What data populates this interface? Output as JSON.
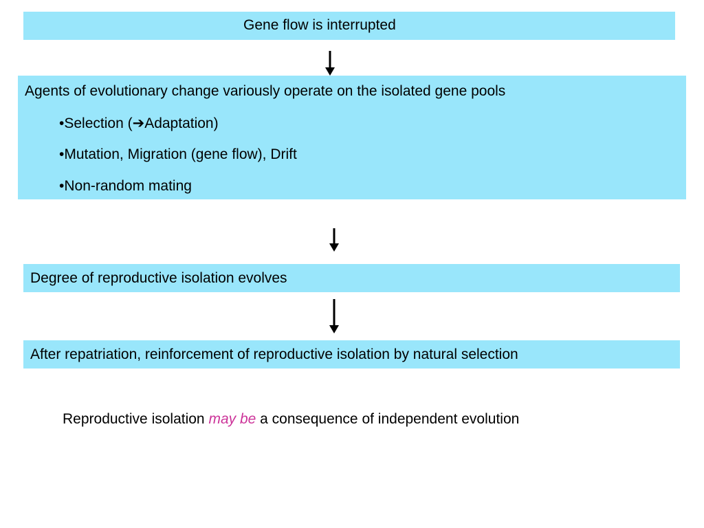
{
  "flow": {
    "step1": "Gene flow is interrupted",
    "step2": {
      "heading": "Agents of evolutionary change variously operate on the isolated gene pools",
      "bullet_char": "•",
      "bullet1_before": "Selection (",
      "bullet1_arrow": "➔",
      "bullet1_after": "Adaptation)",
      "bullet2": "Mutation, Migration (gene flow), Drift",
      "bullet3": "Non-random mating"
    },
    "step3": "Degree of reproductive isolation evolves",
    "step4": "After repatriation, reinforcement of reproductive isolation by natural selection"
  },
  "footnote": {
    "before": "Reproductive isolation ",
    "emphasis": "may be",
    "after": " a consequence of independent evolution",
    "emphasis_color": "#cc3399"
  },
  "colors": {
    "box_fill": "#99e6fb",
    "arrow": "#000000"
  }
}
